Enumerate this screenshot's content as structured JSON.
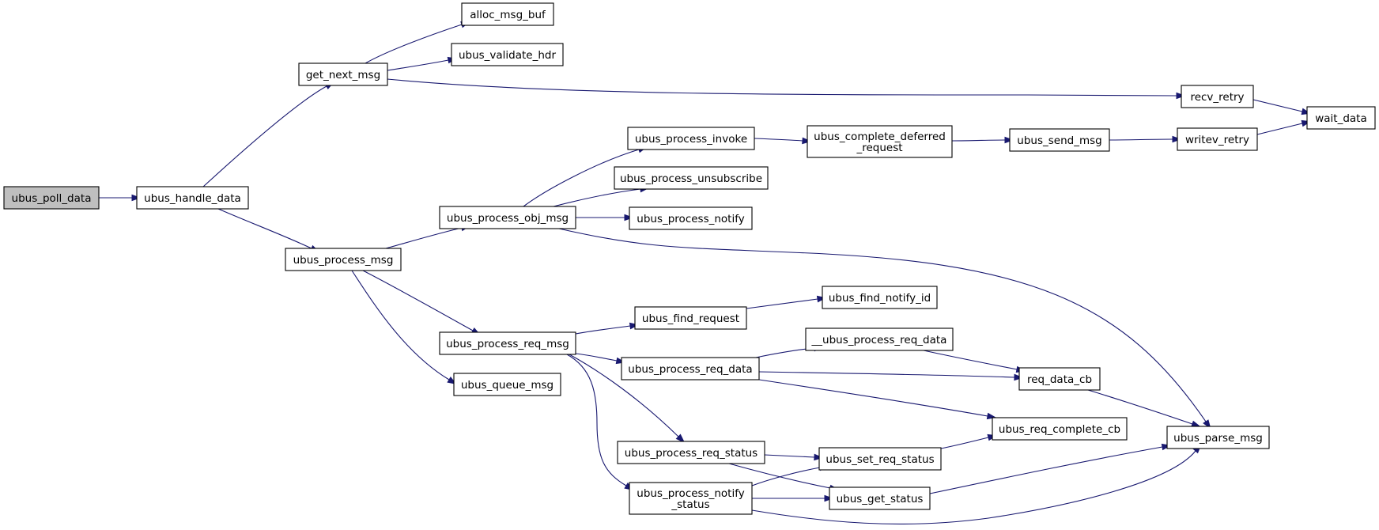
{
  "graph": {
    "nodes": [
      {
        "id": "ubus_poll_data",
        "lines": [
          "ubus_poll_data"
        ],
        "highlight": true
      },
      {
        "id": "ubus_handle_data",
        "lines": [
          "ubus_handle_data"
        ]
      },
      {
        "id": "get_next_msg",
        "lines": [
          "get_next_msg"
        ]
      },
      {
        "id": "ubus_process_msg",
        "lines": [
          "ubus_process_msg"
        ]
      },
      {
        "id": "alloc_msg_buf",
        "lines": [
          "alloc_msg_buf"
        ]
      },
      {
        "id": "ubus_validate_hdr",
        "lines": [
          "ubus_validate_hdr"
        ]
      },
      {
        "id": "recv_retry",
        "lines": [
          "recv_retry"
        ]
      },
      {
        "id": "wait_data",
        "lines": [
          "wait_data"
        ]
      },
      {
        "id": "ubus_process_obj_msg",
        "lines": [
          "ubus_process_obj_msg"
        ]
      },
      {
        "id": "ubus_process_req_msg",
        "lines": [
          "ubus_process_req_msg"
        ]
      },
      {
        "id": "ubus_queue_msg",
        "lines": [
          "ubus_queue_msg"
        ]
      },
      {
        "id": "ubus_process_invoke",
        "lines": [
          "ubus_process_invoke"
        ]
      },
      {
        "id": "ubus_process_unsubscribe",
        "lines": [
          "ubus_process_unsubscribe"
        ]
      },
      {
        "id": "ubus_process_notify",
        "lines": [
          "ubus_process_notify"
        ]
      },
      {
        "id": "ubus_complete_deferred_request",
        "lines": [
          "ubus_complete_deferred",
          "_request"
        ]
      },
      {
        "id": "ubus_send_msg",
        "lines": [
          "ubus_send_msg"
        ]
      },
      {
        "id": "writev_retry",
        "lines": [
          "writev_retry"
        ]
      },
      {
        "id": "ubus_parse_msg",
        "lines": [
          "ubus_parse_msg"
        ]
      },
      {
        "id": "ubus_find_request",
        "lines": [
          "ubus_find_request"
        ]
      },
      {
        "id": "ubus_find_notify_id",
        "lines": [
          "ubus_find_notify_id"
        ]
      },
      {
        "id": "ubus_process_req_data",
        "lines": [
          "ubus_process_req_data"
        ]
      },
      {
        "id": "__ubus_process_req_data",
        "lines": [
          "__ubus_process_req_data"
        ]
      },
      {
        "id": "req_data_cb",
        "lines": [
          "req_data_cb"
        ]
      },
      {
        "id": "ubus_req_complete_cb",
        "lines": [
          "ubus_req_complete_cb"
        ]
      },
      {
        "id": "ubus_process_req_status",
        "lines": [
          "ubus_process_req_status"
        ]
      },
      {
        "id": "ubus_set_req_status",
        "lines": [
          "ubus_set_req_status"
        ]
      },
      {
        "id": "ubus_process_notify_status",
        "lines": [
          "ubus_process_notify",
          "_status"
        ]
      },
      {
        "id": "ubus_get_status",
        "lines": [
          "ubus_get_status"
        ]
      }
    ],
    "edges": [
      {
        "from": "ubus_poll_data",
        "to": "ubus_handle_data"
      },
      {
        "from": "ubus_handle_data",
        "to": "get_next_msg"
      },
      {
        "from": "ubus_handle_data",
        "to": "ubus_process_msg"
      },
      {
        "from": "get_next_msg",
        "to": "alloc_msg_buf"
      },
      {
        "from": "get_next_msg",
        "to": "ubus_validate_hdr"
      },
      {
        "from": "get_next_msg",
        "to": "recv_retry"
      },
      {
        "from": "recv_retry",
        "to": "wait_data"
      },
      {
        "from": "ubus_process_msg",
        "to": "ubus_process_obj_msg"
      },
      {
        "from": "ubus_process_msg",
        "to": "ubus_process_req_msg"
      },
      {
        "from": "ubus_process_msg",
        "to": "ubus_queue_msg"
      },
      {
        "from": "ubus_process_obj_msg",
        "to": "ubus_process_invoke"
      },
      {
        "from": "ubus_process_obj_msg",
        "to": "ubus_process_unsubscribe"
      },
      {
        "from": "ubus_process_obj_msg",
        "to": "ubus_process_notify"
      },
      {
        "from": "ubus_process_obj_msg",
        "to": "ubus_parse_msg"
      },
      {
        "from": "ubus_process_invoke",
        "to": "ubus_complete_deferred_request"
      },
      {
        "from": "ubus_complete_deferred_request",
        "to": "ubus_send_msg"
      },
      {
        "from": "ubus_send_msg",
        "to": "writev_retry"
      },
      {
        "from": "writev_retry",
        "to": "wait_data"
      },
      {
        "from": "ubus_process_req_msg",
        "to": "ubus_find_request"
      },
      {
        "from": "ubus_process_req_msg",
        "to": "ubus_process_req_data"
      },
      {
        "from": "ubus_process_req_msg",
        "to": "ubus_process_req_status"
      },
      {
        "from": "ubus_process_req_msg",
        "to": "ubus_process_notify_status"
      },
      {
        "from": "ubus_find_request",
        "to": "ubus_find_notify_id"
      },
      {
        "from": "ubus_process_req_data",
        "to": "__ubus_process_req_data"
      },
      {
        "from": "ubus_process_req_data",
        "to": "req_data_cb"
      },
      {
        "from": "ubus_process_req_data",
        "to": "ubus_req_complete_cb"
      },
      {
        "from": "__ubus_process_req_data",
        "to": "req_data_cb"
      },
      {
        "from": "req_data_cb",
        "to": "ubus_parse_msg"
      },
      {
        "from": "ubus_process_req_status",
        "to": "ubus_set_req_status"
      },
      {
        "from": "ubus_process_req_status",
        "to": "ubus_get_status"
      },
      {
        "from": "ubus_set_req_status",
        "to": "ubus_req_complete_cb"
      },
      {
        "from": "ubus_get_status",
        "to": "ubus_parse_msg"
      },
      {
        "from": "ubus_process_notify_status",
        "to": "ubus_set_req_status"
      },
      {
        "from": "ubus_process_notify_status",
        "to": "ubus_get_status"
      },
      {
        "from": "ubus_process_notify_status",
        "to": "ubus_parse_msg"
      }
    ]
  },
  "colors": {
    "edge": "#191970",
    "node_fill": "#ffffff",
    "node_highlight_fill": "#bfbfbf",
    "node_border": "#000000"
  }
}
